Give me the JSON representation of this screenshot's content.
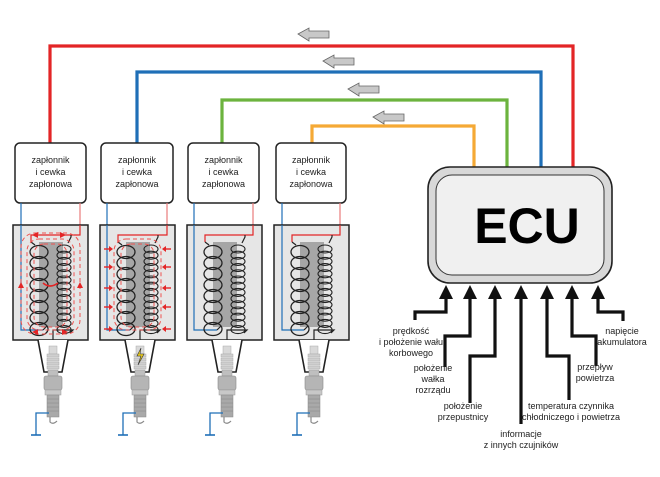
{
  "colors": {
    "red": "#e32526",
    "blue": "#1f6fb7",
    "green": "#6cb33e",
    "orange": "#f5a935",
    "box_fill": "#e6e6e6",
    "core_fill": "#9a9a9a",
    "ecu_outer": "#d8d8d8",
    "ecu_inner": "#f0f0f0",
    "arrow_fill": "#c8c8c8",
    "spark": "#f2d21c"
  },
  "ignition_units": [
    {
      "label_lines": [
        "zapłonnik",
        "i cewka",
        "zapłonowa"
      ],
      "wire_color": "red",
      "state": "field-building"
    },
    {
      "label_lines": [
        "zapłonnik",
        "i cewka",
        "zapłonowa"
      ],
      "wire_color": "blue",
      "state": "field-collapsing-spark"
    },
    {
      "label_lines": [
        "zapłonnik",
        "i cewka",
        "zapłonowa"
      ],
      "wire_color": "green",
      "state": "idle"
    },
    {
      "label_lines": [
        "zapłonnik",
        "i cewka",
        "zapłonowa"
      ],
      "wire_color": "orange",
      "state": "idle"
    }
  ],
  "ecu": {
    "label": "ECU"
  },
  "signal_direction_arrows": [
    "arrow-left",
    "arrow-left",
    "arrow-left",
    "arrow-left"
  ],
  "inputs": [
    {
      "lines": [
        "prędkość",
        "i położenie wału",
        "korbowego"
      ]
    },
    {
      "lines": [
        "położenie",
        "wałka",
        "rozrządu"
      ]
    },
    {
      "lines": [
        "położenie",
        "przepustnicy"
      ]
    },
    {
      "lines": [
        "informacje",
        "z innych czujników"
      ]
    },
    {
      "lines": [
        "temperatura czynnika",
        "chłodniczego i powietrza"
      ]
    },
    {
      "lines": [
        "przepływ",
        "powietrza"
      ]
    },
    {
      "lines": [
        "napięcie",
        "akumulatora"
      ]
    }
  ]
}
